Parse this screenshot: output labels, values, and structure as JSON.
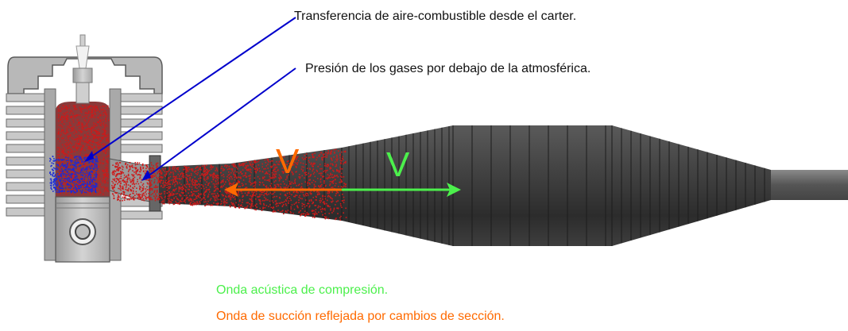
{
  "annotations": {
    "transfer": "Transferencia de aire-combustible desde el carter.",
    "pressure": "Presión de los gases por debajo de la atmosférica."
  },
  "wave_symbols": {
    "reflected": "V",
    "compression": "V"
  },
  "legend": {
    "compression": "Onda acústica de compresión.",
    "suction": "Onda de succión reflejada por cambios de sección."
  },
  "colors": {
    "compression": "#4cf04c",
    "suction": "#ff6a00",
    "pointer": "#0000cc",
    "pipe": "#3b3b3b",
    "engine_fill": "#c8c8c8",
    "particles_red": "#cc1a1a",
    "particles_blue": "#1a2ad8"
  },
  "icons": {
    "engine": "engine-cylinder-icon",
    "piston": "piston-icon",
    "spark_plug": "spark-plug-icon"
  }
}
